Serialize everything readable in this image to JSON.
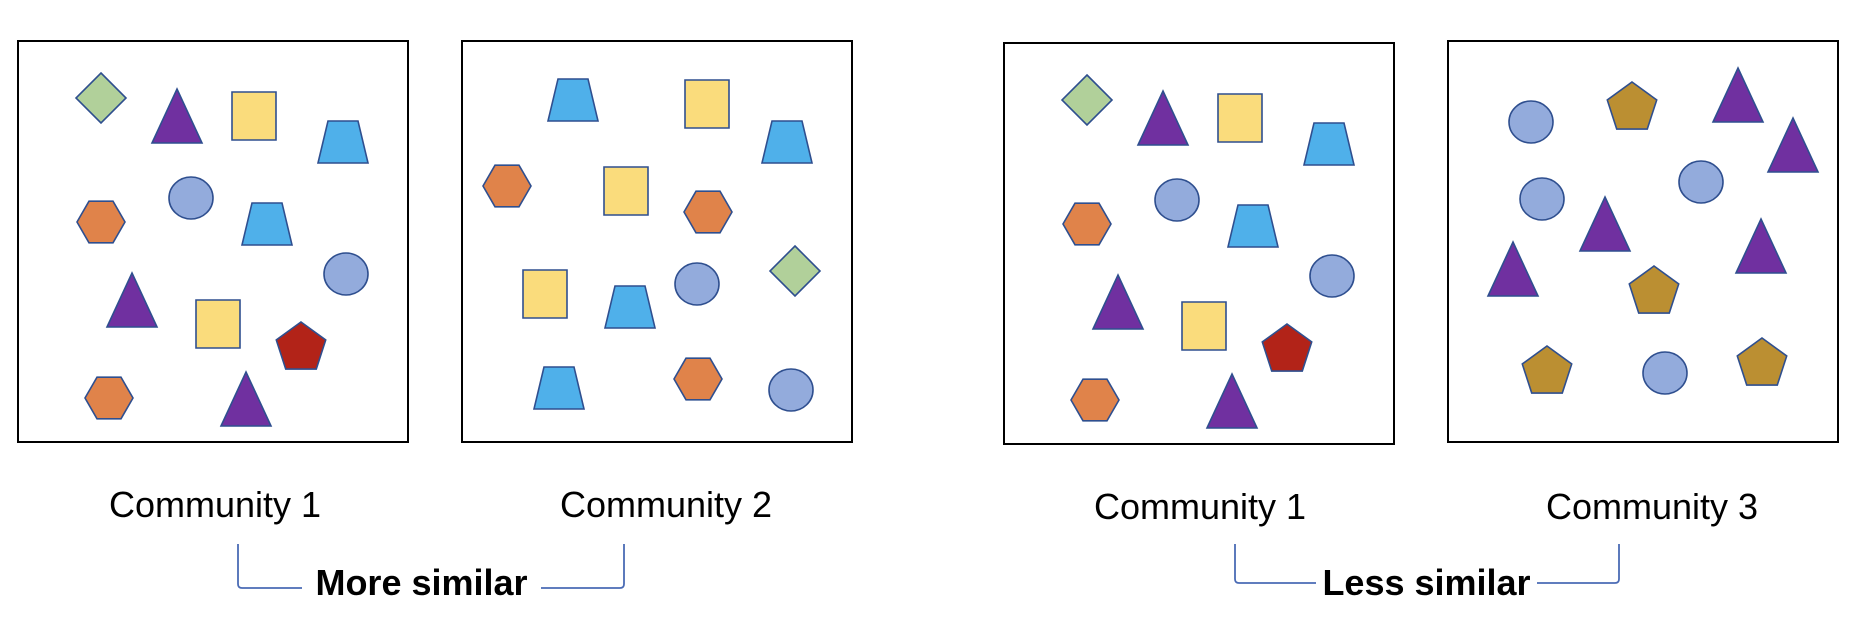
{
  "colors": {
    "border": "#000000",
    "shape_stroke": "#2f4f8f",
    "bracket": "#4a6bb5",
    "green": "#b1d09a",
    "purple": "#7030a0",
    "yellow": "#fadc7c",
    "blue": "#4fb0ea",
    "orange": "#e0834a",
    "lightblue": "#93abdc",
    "red": "#b22318",
    "gold": "#bb8f32"
  },
  "comparisons": [
    {
      "verdict": "More similar",
      "left_label": "Community 1",
      "right_label": "Community 2"
    },
    {
      "verdict": "Less similar",
      "left_label": "Community 1",
      "right_label": "Community 3"
    }
  ],
  "communities": [
    {
      "label": "Community 1",
      "shapes": [
        "diamond",
        "triangle",
        "square",
        "trapezoid",
        "hexagon",
        "circle",
        "trapezoid",
        "circle",
        "triangle",
        "square",
        "pentagon",
        "hexagon",
        "triangle"
      ]
    },
    {
      "label": "Community 2",
      "shapes": [
        "trapezoid",
        "square",
        "trapezoid",
        "hexagon",
        "square",
        "hexagon",
        "diamond",
        "square",
        "trapezoid",
        "circle",
        "trapezoid",
        "hexagon",
        "circle"
      ]
    },
    {
      "label": "Community 1",
      "shapes": [
        "diamond",
        "triangle",
        "square",
        "trapezoid",
        "circle",
        "hexagon",
        "trapezoid",
        "circle",
        "triangle",
        "square",
        "pentagon",
        "hexagon",
        "triangle"
      ]
    },
    {
      "label": "Community 3",
      "shapes": [
        "circle",
        "pentagon",
        "triangle",
        "triangle",
        "circle",
        "circle",
        "triangle",
        "triangle",
        "triangle",
        "pentagon",
        "pentagon",
        "circle",
        "pentagon"
      ]
    }
  ]
}
